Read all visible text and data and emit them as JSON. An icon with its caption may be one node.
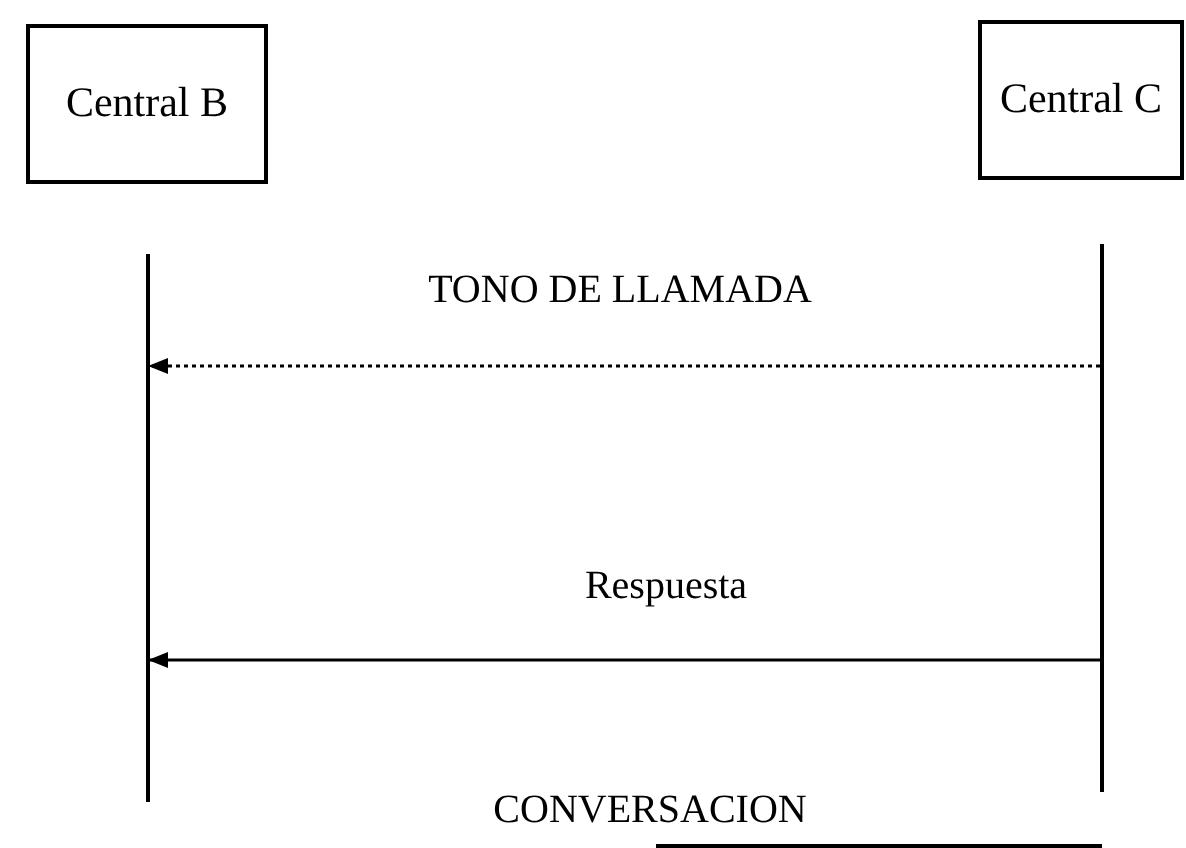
{
  "diagram": {
    "nodes": [
      {
        "text": [
          "Central B"
        ]
      },
      {
        "text": [
          "Central C"
        ]
      },
      {
        "text": [],
        "shape": "bar"
      },
      {
        "text": [],
        "shape": "bar"
      }
    ],
    "edges": [
      {
        "from": 3,
        "to": 2,
        "arrow": "to",
        "label": "TONO DE LLAMADA",
        "style": "dashed"
      },
      {
        "from": 3,
        "to": 2,
        "arrow": "to",
        "label": "Respuesta"
      }
    ],
    "labels": [
      "CONVERSACION"
    ]
  }
}
